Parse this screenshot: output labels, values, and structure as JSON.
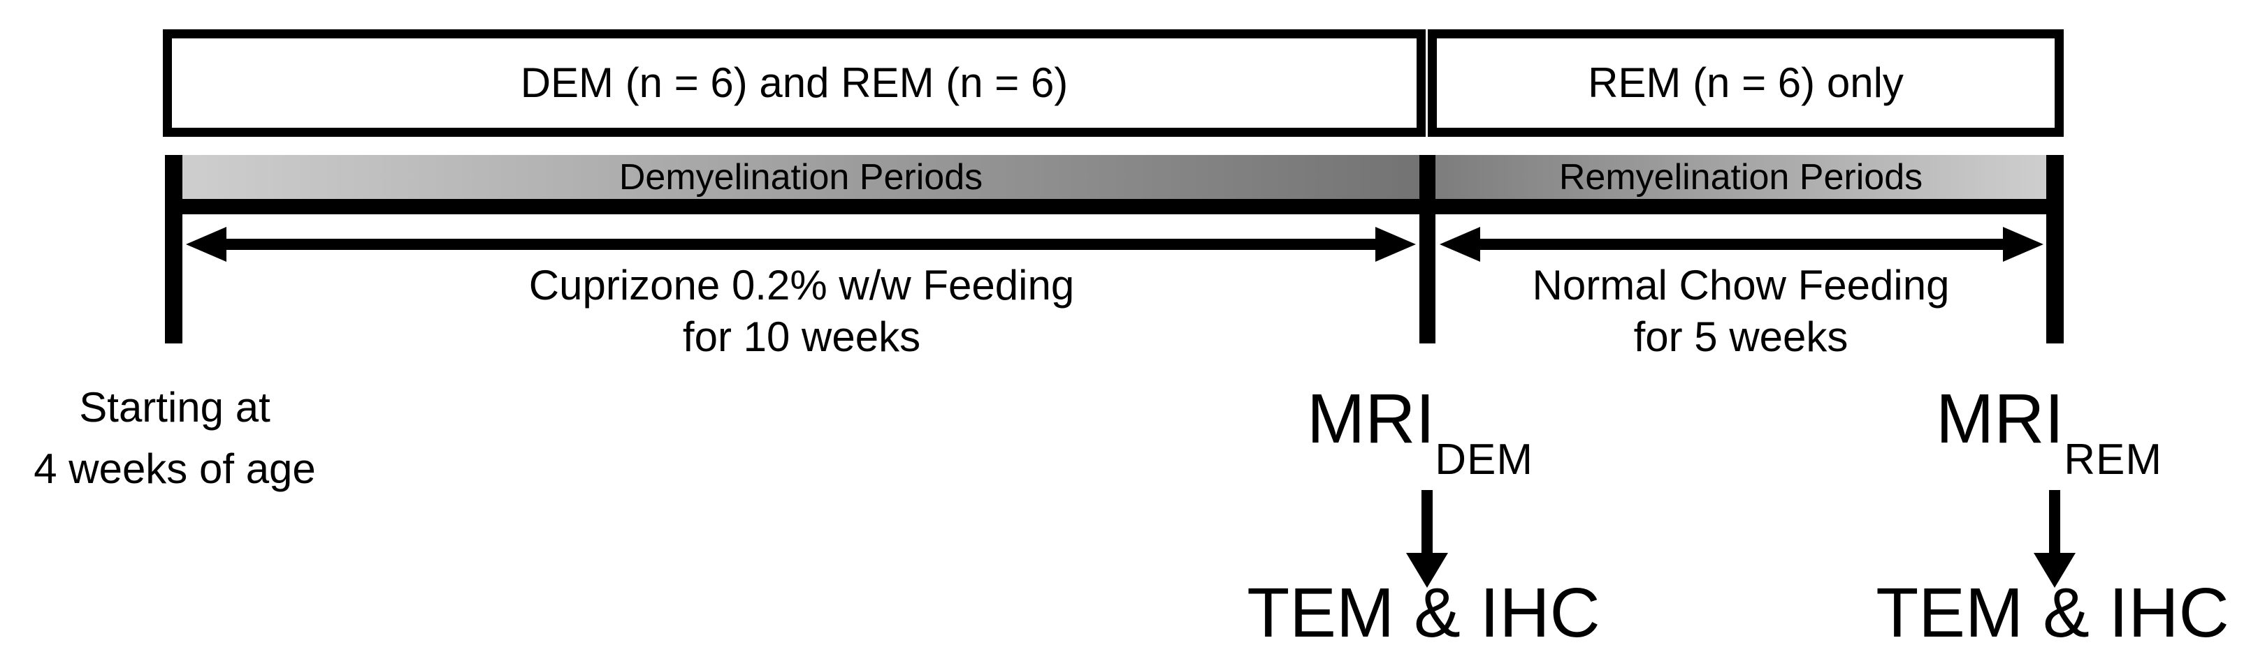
{
  "timeline": {
    "groups": {
      "left": "DEM (n = 6) and REM (n = 6)",
      "right": "REM (n = 6) only"
    },
    "periods": {
      "left": "Demyelination Periods",
      "right": "Remyelination Periods"
    },
    "feeding": {
      "left": {
        "line1": "Cuprizone 0.2% w/w Feeding",
        "line2": "for 10 weeks"
      },
      "right": {
        "line1": "Normal Chow Feeding",
        "line2": "for 5 weeks"
      }
    },
    "start": {
      "line1": "Starting at",
      "line2": "4 weeks of age"
    },
    "mri": {
      "dem": {
        "label": "MRI",
        "subscript": "DEM"
      },
      "rem": {
        "label": "MRI",
        "subscript": "REM"
      }
    },
    "outcomes": {
      "dem": "TEM & IHC",
      "rem": "TEM & IHC"
    },
    "colors": {
      "ink": "#000000",
      "background": "#ffffff",
      "gradient_light": "#cecece",
      "gradient_dark_left": "#737373",
      "gradient_dark_right": "#7d7d7d"
    }
  }
}
